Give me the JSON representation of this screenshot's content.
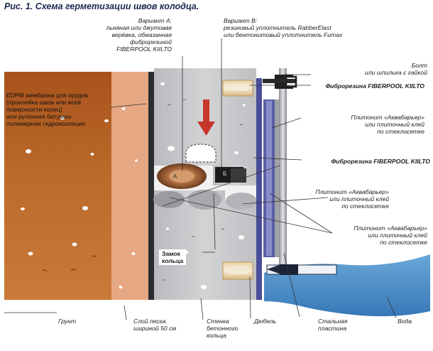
{
  "title": "Рис. 1. Схема герметизации швов колодца.",
  "labels": {
    "variant_a": "Вариант А:\nльняная или джутовая\nверёвка, обмазанная\nфиброрезиной\nFIBERPOOL KIILTO",
    "variant_b": "Вариант В:\nрезиновый уплотнитель RabberElast\nили бентонитовый уплотнитель Fumax",
    "bolt": "Болт\nили шпилька с гайкой",
    "fiberrubber_1": "Фиброрезина FIBERPOOL KIILTO",
    "epdm": "EDPM мембрана для прудов\n(проклейка швов или всей\nповерхности колец)\nили рулонная битумно-\nполимерная гидроизоляция",
    "plitonit_1": "Плитонит «Аквабарьер»\nили плиточный клей\nпо стеклосетке",
    "fiberrubber_2": "Фиброрезина FIBERPOOL KIILTO",
    "plitonit_2": "Плитонит «Аквабарьер»\nили плиточный клей\nпо стеклосетке",
    "plitonit_3": "Плитонит «Аквабарьер»\nили плиточный клей\nпо стеклосетке",
    "ring_lock": "Замок\nкольца",
    "soil": "Грунт",
    "sand": "Слой песка\nшириной 50 см",
    "wall": "Стенка\nбетонного\nкольца",
    "dowel": "Дюбель",
    "steel_plate": "Стальная\nпластина",
    "water": "Вода",
    "marker_a": "А",
    "marker_b": "Б"
  },
  "colors": {
    "soil": "#b35f22",
    "sand": "#e4a47a",
    "concrete": "#c5c6c8",
    "membrane": "#3a3c7a",
    "water": "#4a8ec9",
    "arrow": "#c8392f",
    "title": "#1b2750"
  }
}
